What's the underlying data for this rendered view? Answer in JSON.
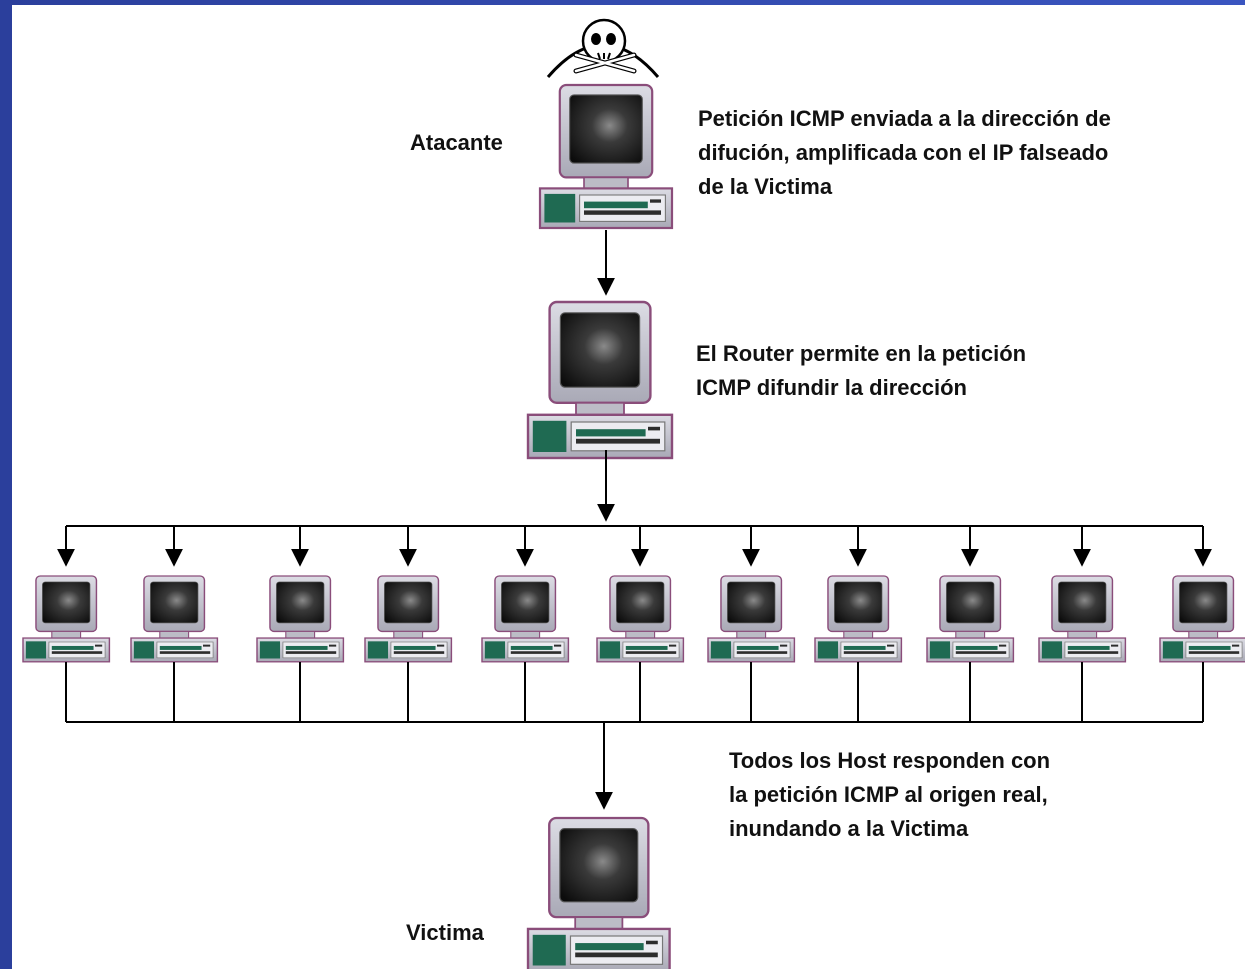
{
  "nodes": {
    "attacker": {
      "label": "Atacante"
    },
    "router": {
      "label": ""
    },
    "hosts": {
      "count": 11
    },
    "victim": {
      "label": "Victima"
    }
  },
  "captions": {
    "attacker": [
      "Petición ICMP enviada a la dirección de",
      "difución, amplificada con el IP  falseado",
      "de la Victima"
    ],
    "router": [
      "El Router permite en la petición",
      "ICMP difundir la dirección"
    ],
    "hosts": [
      "Todos los Host responden con",
      "la petición ICMP al origen real,",
      "inundando a la Victima"
    ]
  },
  "icons": {
    "attacker_badge": "skull-crossbones-icon",
    "computer": "desktop-computer-icon"
  },
  "colors": {
    "background_frame": "#2b3f9c",
    "monitor_shell": "#c9c9d2",
    "monitor_edge": "#8a4d7a",
    "screen_dark": "#111111",
    "case_green": "#1f6a52"
  }
}
